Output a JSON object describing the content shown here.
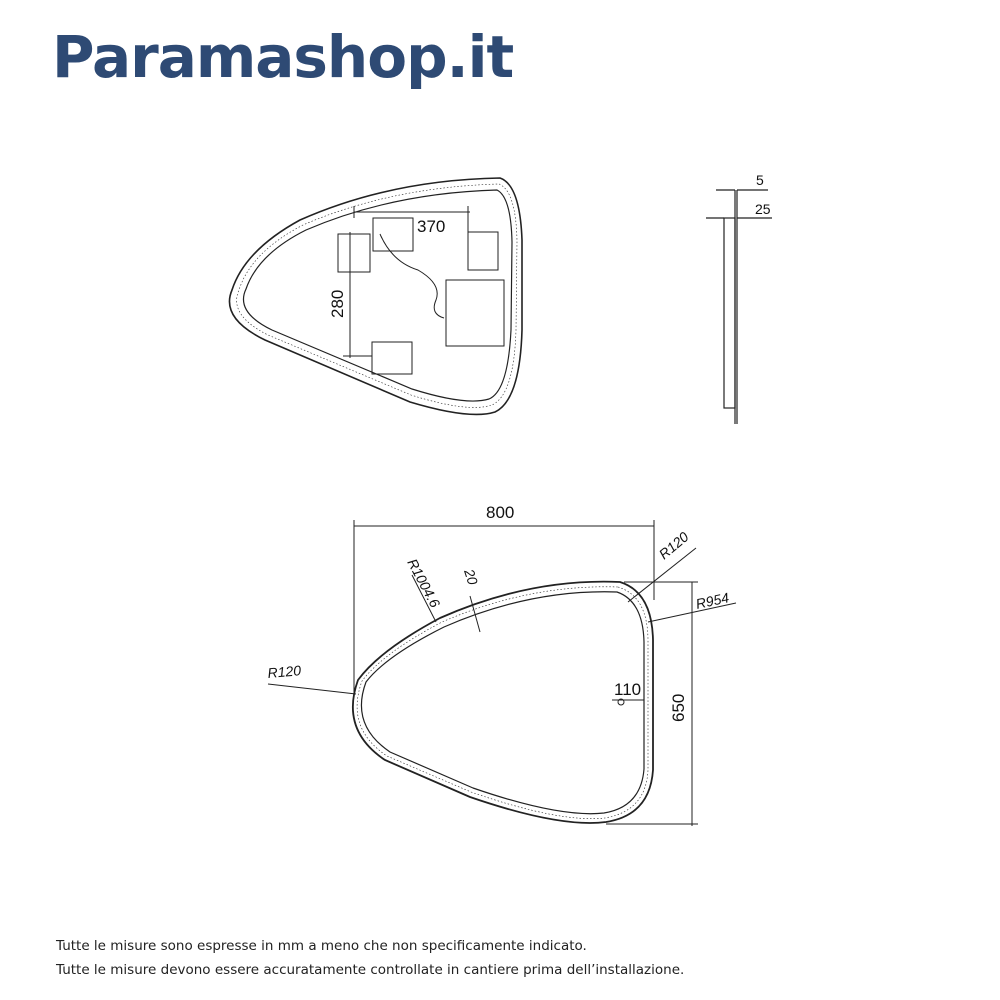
{
  "brand": {
    "name": "Paramashop.it",
    "color": "#2e4a74"
  },
  "rear_view": {
    "dim_width_module": "370",
    "dim_height_module": "280"
  },
  "side_view": {
    "dim_thickness_glass": "5",
    "dim_thickness_total": "25"
  },
  "front_view": {
    "dim_width": "800",
    "dim_height": "650",
    "radius_top_right": "R120",
    "radius_left": "R120",
    "radius_top_edge": "R1004.6",
    "radius_right_edge": "R954",
    "band_width": "20",
    "sensor_offset": "110"
  },
  "notes": {
    "line1": "Tutte le misure sono espresse in mm a meno che non specificamente indicato.",
    "line2": "Tutte le misure devono essere accuratamente controllate in cantiere prima dell’installazione."
  }
}
